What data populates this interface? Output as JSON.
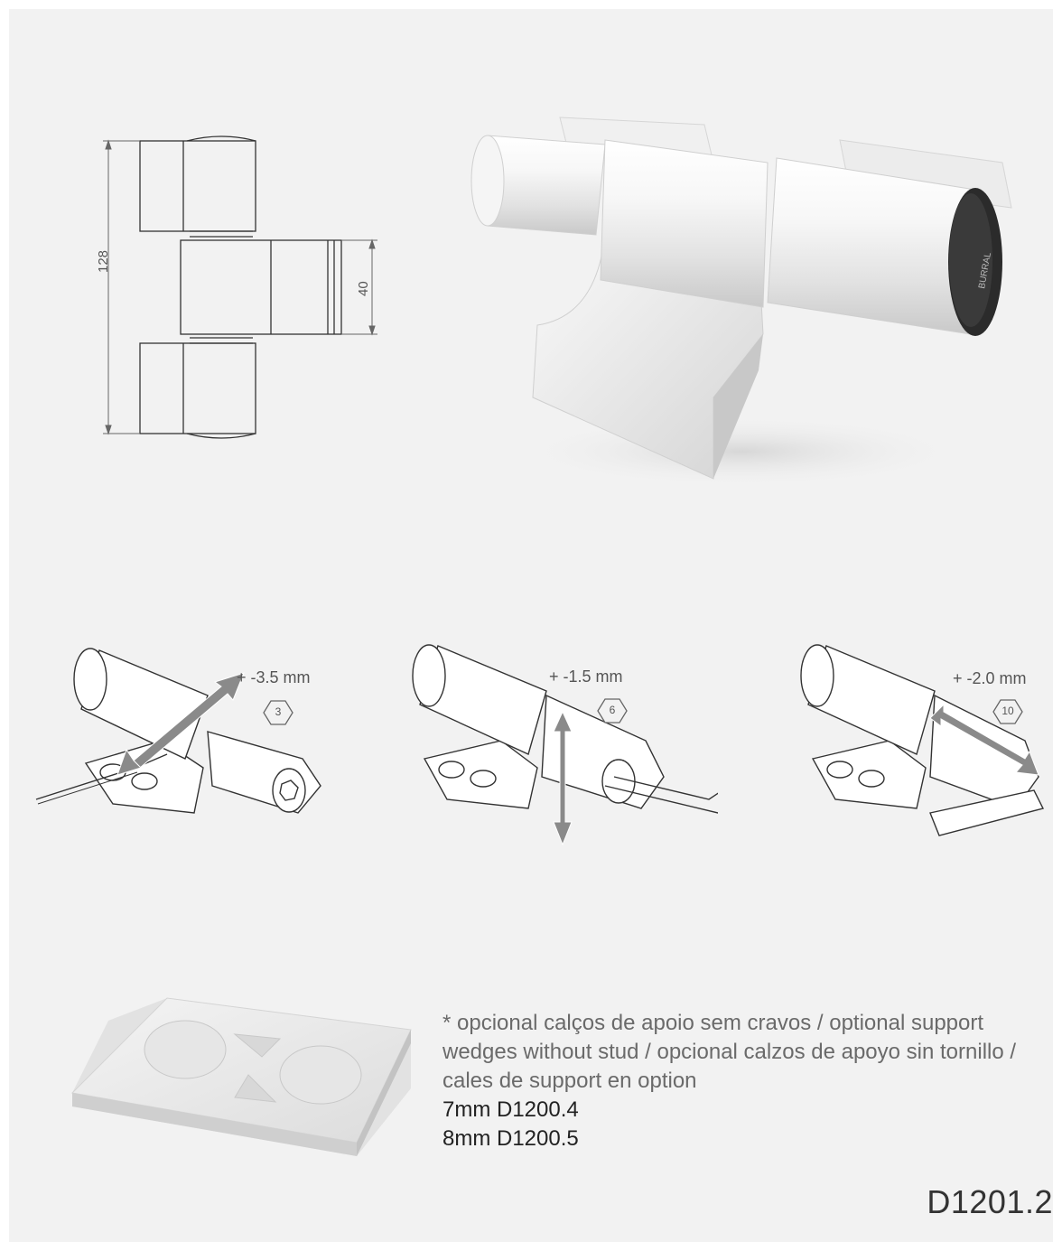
{
  "technical_drawing": {
    "dim_overall_height": "128",
    "dim_center_height": "40"
  },
  "product_render": {
    "cap_brand_text": "BURRAL"
  },
  "adjustments": [
    {
      "label": "+ -3.5 mm",
      "hex_key": "3",
      "axis": "lateral"
    },
    {
      "label": "+ -1.5 mm",
      "hex_key": "6",
      "axis": "height"
    },
    {
      "label": "+ -2.0 mm",
      "hex_key": "10",
      "axis": "compression"
    }
  ],
  "note": {
    "description": "* opcional calços de apoio sem cravos / optional support wedges without stud / opcional calzos de apoyo sin tornillo / cales de support en option",
    "parts": [
      "7mm D1200.4",
      "8mm D1200.5"
    ]
  },
  "page_code": "D1201.2",
  "colors": {
    "background": "#f2f2f2",
    "line": "#333333",
    "arrow": "#8a8a8a",
    "cap": "#2b2b2b"
  }
}
